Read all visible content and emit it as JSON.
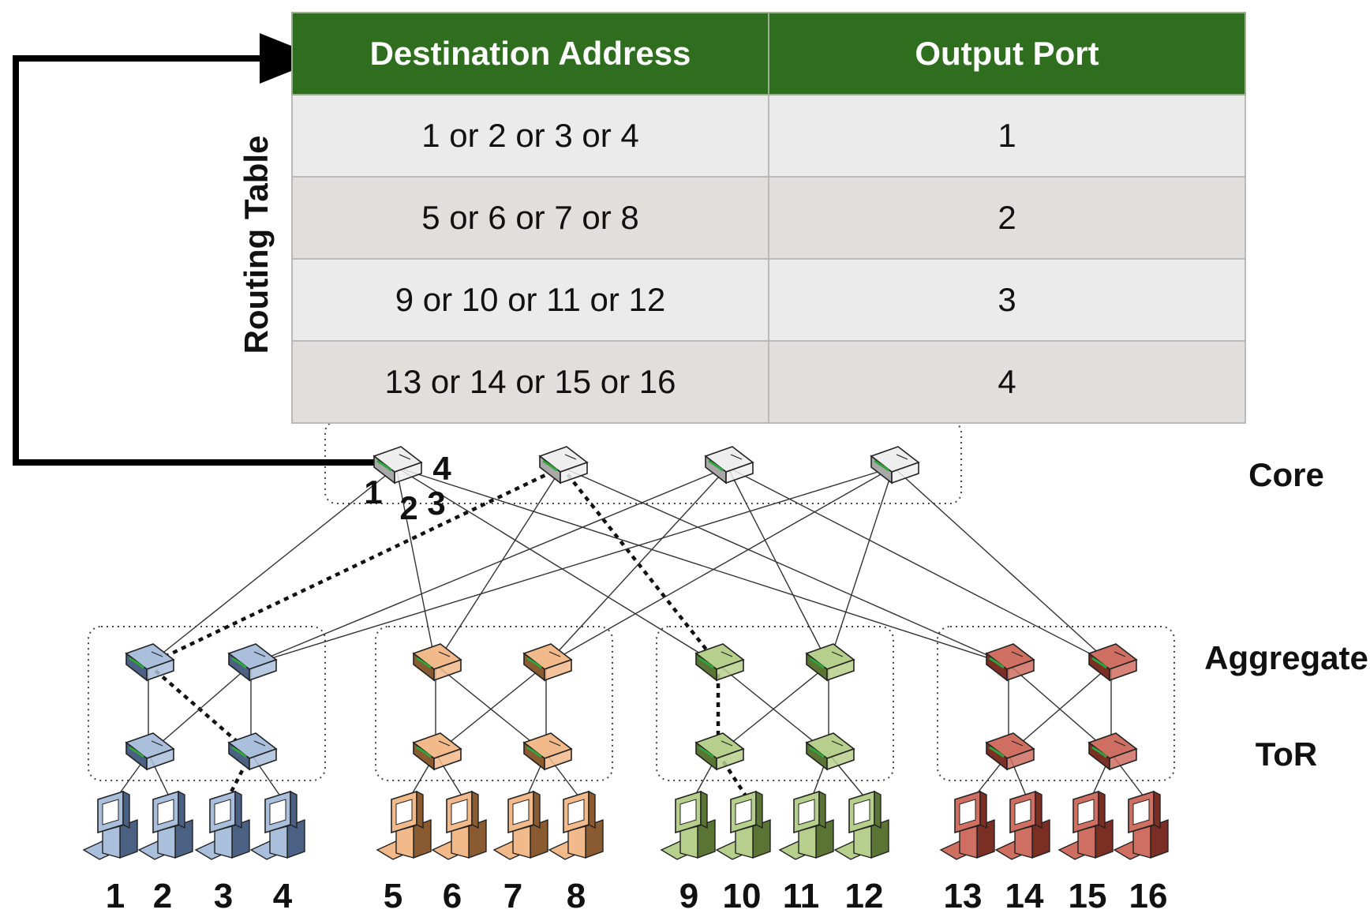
{
  "routing_table": {
    "title": "Routing Table",
    "headers": [
      "Destination Address",
      "Output Port"
    ],
    "rows": [
      [
        "1 or 2 or 3 or 4",
        "1"
      ],
      [
        "5 or 6 or 7 or 8",
        "2"
      ],
      [
        "9 or 10 or 11 or 12",
        "3"
      ],
      [
        "13 or 14 or 15 or 16",
        "4"
      ]
    ]
  },
  "layers": {
    "core": "Core",
    "aggregate": "Aggregate",
    "tor": "ToR"
  },
  "core_port_labels": [
    "1",
    "2",
    "3",
    "4"
  ],
  "hosts": [
    "1",
    "2",
    "3",
    "4",
    "5",
    "6",
    "7",
    "8",
    "9",
    "10",
    "11",
    "12",
    "13",
    "14",
    "15",
    "16"
  ],
  "pod_colors": [
    "#a9bfdc",
    "#f2b98a",
    "#b7cf8c",
    "#cf6f62"
  ],
  "pod_dark_colors": [
    "#4a6184",
    "#8a5a30",
    "#5a7434",
    "#7a2e24"
  ],
  "core_color": "#eeeeee",
  "header_color": "#2f6e1f",
  "icons": {
    "switch": "network-switch-icon",
    "host": "desktop-computer-icon"
  }
}
